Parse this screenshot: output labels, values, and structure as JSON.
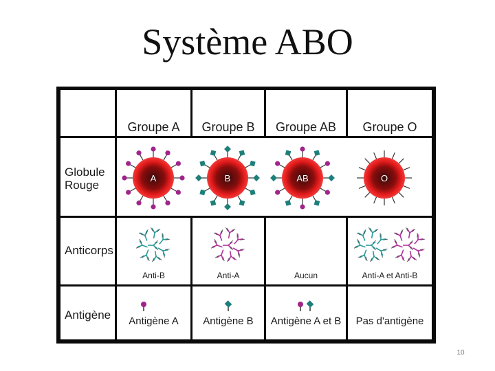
{
  "slide": {
    "title": "Système ABO",
    "page_number": "10"
  },
  "table": {
    "columns": [
      "Groupe A",
      "Groupe B",
      "Groupe AB",
      "Groupe O"
    ],
    "row_labels": {
      "globule_rouge": "Globule\nRouge",
      "anticorps": "Anticorps",
      "antigene": "Antigène"
    },
    "cells": [
      {
        "cell_letter": "A",
        "antibody": "Anti-B",
        "antigen": "Antigène A"
      },
      {
        "cell_letter": "B",
        "antibody": "Anti-A",
        "antigen": "Antigène B"
      },
      {
        "cell_letter": "AB",
        "antibody": "Aucun",
        "antigen": "Antigène A et B"
      },
      {
        "cell_letter": "O",
        "antibody": "Anti-A et Anti-B",
        "antigen": "Pas d'antigène"
      }
    ]
  },
  "colors": {
    "antigen_a": "#a0248a",
    "antigen_b": "#1e7f7a",
    "cell_core": "#3a0a0a",
    "cell_ring": "#e31b1b",
    "anti_b": "#2a9d9a",
    "anti_a": "#b0359c"
  }
}
